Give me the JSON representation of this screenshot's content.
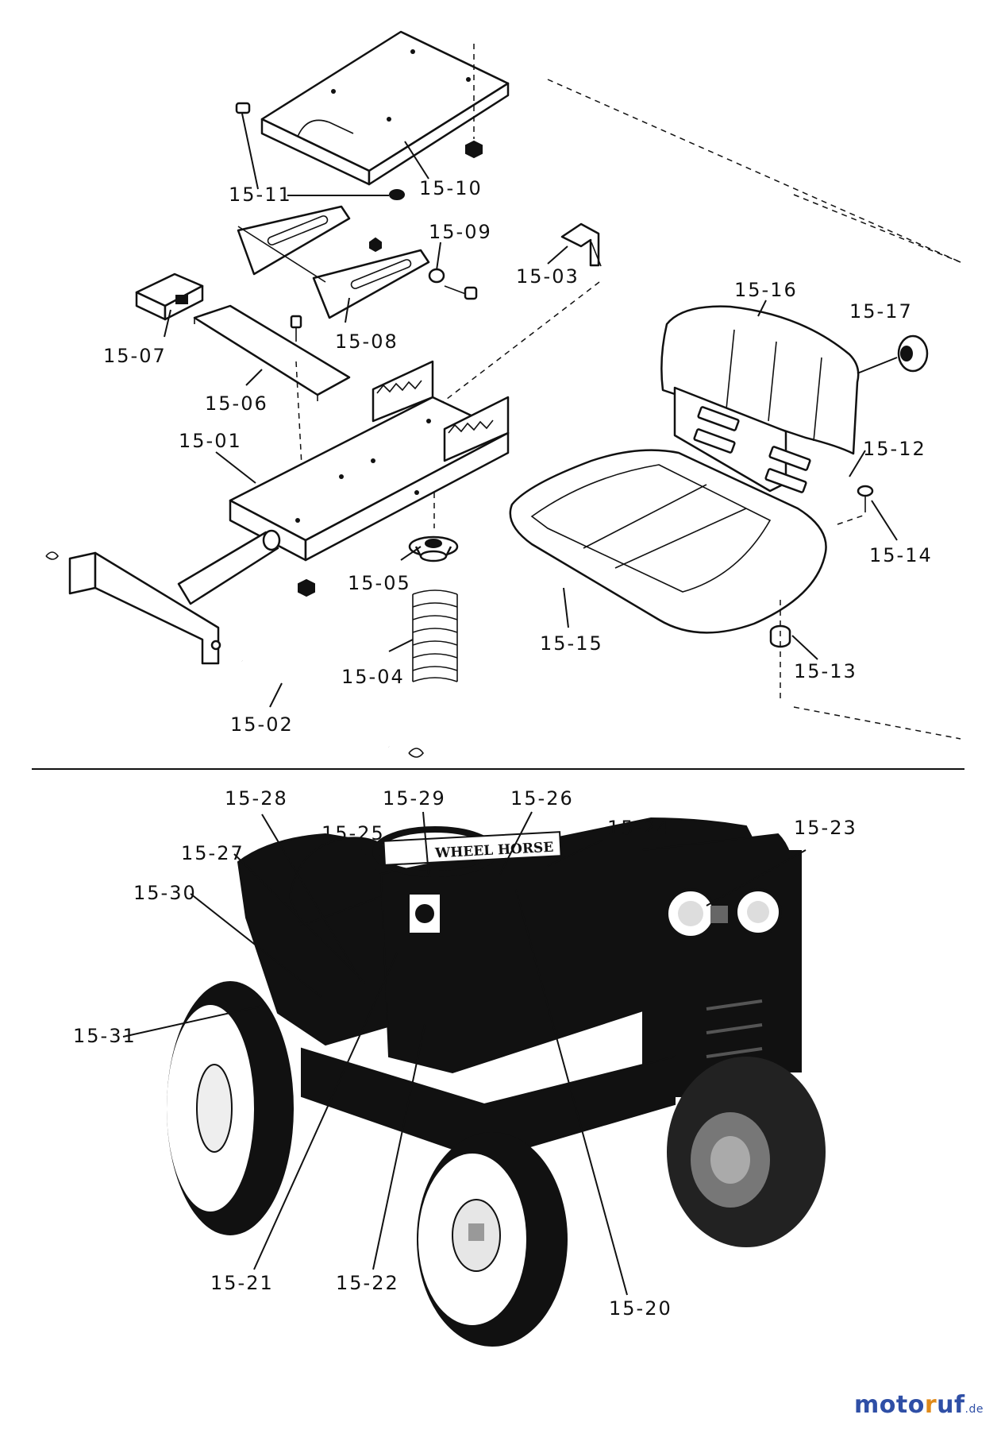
{
  "labels": {
    "p1501": "15-01",
    "p1502": "15-02",
    "p1503": "15-03",
    "p1504": "15-04",
    "p1505": "15-05",
    "p1506": "15-06",
    "p1507": "15-07",
    "p1508": "15-08",
    "p1509": "15-09",
    "p1510": "15-10",
    "p1511": "15-11",
    "p1512": "15-12",
    "p1513": "15-13",
    "p1514": "15-14",
    "p1515": "15-15",
    "p1516": "15-16",
    "p1517": "15-17",
    "p1520": "15-20",
    "p1521": "15-21",
    "p1522": "15-22",
    "p1523": "15-23",
    "p1524": "15-24",
    "p1525": "15-25",
    "p1526": "15-26",
    "p1527": "15-27",
    "p1528": "15-28",
    "p1529": "15-29",
    "p1530": "15-30",
    "p1531": "15-31"
  },
  "tractor": {
    "hood_name": "WHEEL HORSE"
  },
  "watermark": {
    "m1": "moto",
    "m2": "r",
    "m3": "uf",
    "tld": ".de"
  }
}
